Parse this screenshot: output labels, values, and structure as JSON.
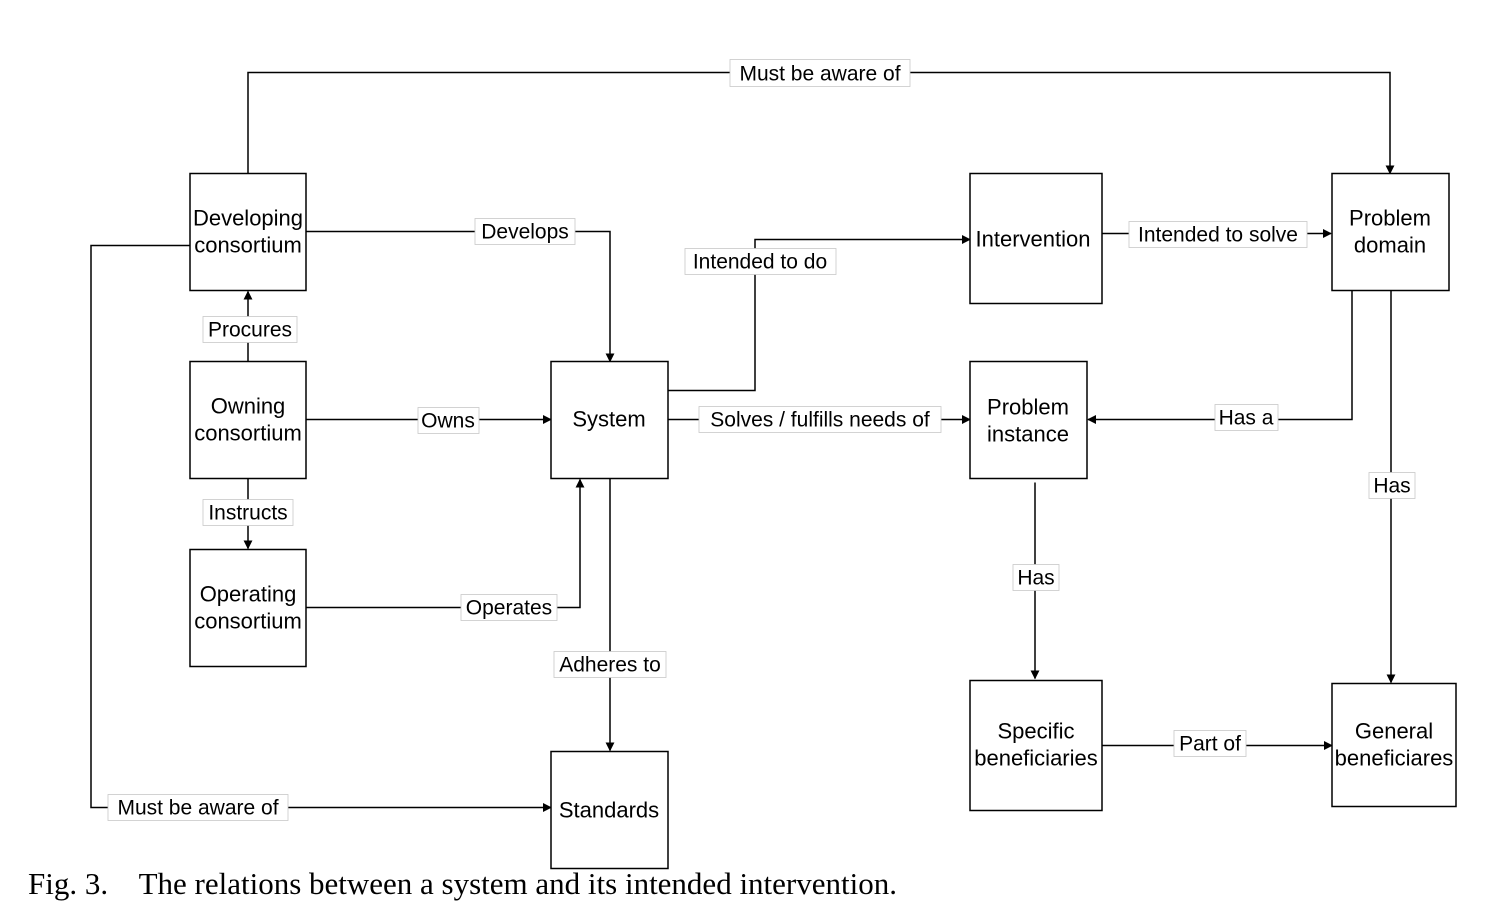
{
  "nodes": {
    "developing": [
      "Developing",
      "consortium"
    ],
    "owning": [
      "Owning",
      "consortium"
    ],
    "operating": [
      "Operating",
      "consortium"
    ],
    "system": [
      "System"
    ],
    "standards": [
      "Standards"
    ],
    "intervention": [
      "Intervention"
    ],
    "problem_domain": [
      "Problem",
      "domain"
    ],
    "problem_instance": [
      "Problem",
      "instance"
    ],
    "specific_beneficiaries": [
      "Specific",
      "beneficiaries"
    ],
    "general_beneficiaries": [
      "General",
      "beneficiares"
    ]
  },
  "edges": {
    "must_be_aware_of_top": "Must be aware of",
    "develops": "Develops",
    "procures": "Procures",
    "owns": "Owns",
    "instructs": "Instructs",
    "operates": "Operates",
    "adheres_to": "Adheres to",
    "must_be_aware_of_bottom": "Must be aware of",
    "intended_to_do": "Intended to do",
    "intended_to_solve": "Intended to solve",
    "solves": "Solves / fulfills needs of",
    "has_a": "Has a",
    "has_domain": "Has",
    "has_instance": "Has",
    "part_of": "Part of"
  },
  "caption": {
    "number": "Fig. 3.",
    "text": "The relations between a system and its intended intervention."
  }
}
